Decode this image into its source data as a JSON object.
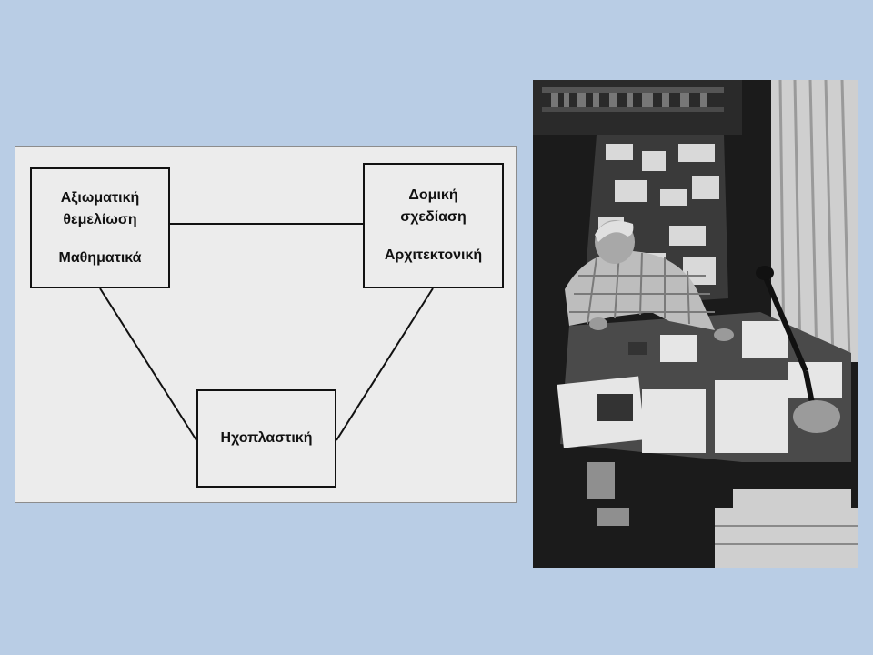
{
  "diagram": {
    "nodes": {
      "top_left": {
        "line1": "Αξιωματική",
        "line2": "θεμελίωση",
        "line3": "Μαθηματικά"
      },
      "top_right": {
        "line1": "Δομική",
        "line2": "σχεδίαση",
        "line3": "Αρχιτεκτονική"
      },
      "bottom": {
        "label": "Ηχοπλαστική"
      }
    },
    "edges": [
      [
        "top_left",
        "top_right"
      ],
      [
        "top_left",
        "bottom"
      ],
      [
        "top_right",
        "bottom"
      ]
    ]
  },
  "photo": {
    "style": "black-and-white",
    "subject": "man-working-at-cluttered-desk",
    "colors": {
      "background": "#1a1a1a",
      "paper": "#e8e8e8",
      "curtain": "#d8d8d8"
    }
  },
  "colors": {
    "slide_background": "#b9cde5",
    "panel_background": "#ececec",
    "box_border": "#111111"
  }
}
